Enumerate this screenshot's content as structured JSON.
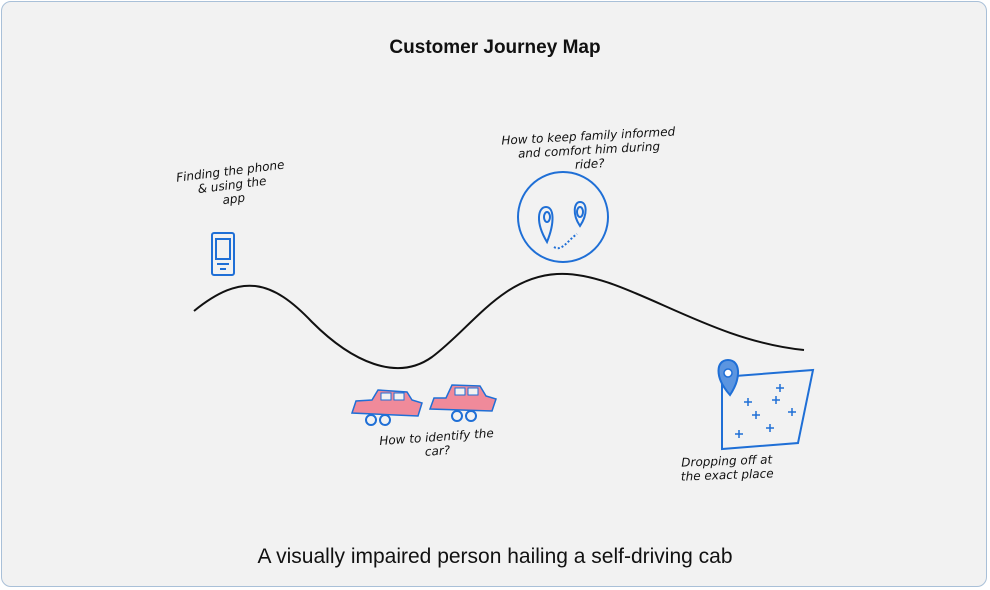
{
  "title": "Customer Journey Map",
  "subtitle": "A visually impaired person hailing a self-driving cab",
  "stages": [
    {
      "label": "Finding the phone\n& using the\napp",
      "icon": "phone-icon"
    },
    {
      "label": "How to identify the\ncar?",
      "icon": "car-icon"
    },
    {
      "label": "How to keep family informed\nand comfort him during\nride?",
      "icon": "face-icon"
    },
    {
      "label": "Dropping off at\nthe exact place",
      "icon": "map-pin-icon"
    }
  ],
  "colors": {
    "ink": "#111111",
    "sketch_blue": "#1f6fd6",
    "car_pink": "#f08a9a",
    "border": "#a9c0d8",
    "background": "#f2f2f2"
  }
}
